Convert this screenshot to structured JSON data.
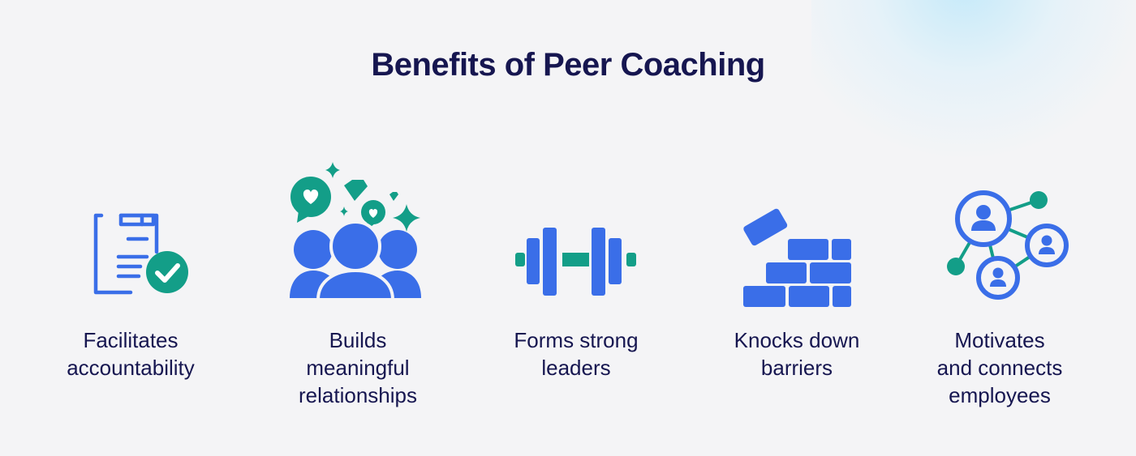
{
  "title": "Benefits of Peer Coaching",
  "colors": {
    "title": "#161650",
    "primary_blue": "#3a6ee8",
    "accent_green": "#139e88",
    "background": "#f4f4f6"
  },
  "benefits": [
    {
      "icon": "clipboard-check-icon",
      "lines": [
        "Facilitates",
        "accountability"
      ]
    },
    {
      "icon": "group-hearts-icon",
      "lines": [
        "Builds",
        "meaningful",
        "relationships"
      ]
    },
    {
      "icon": "dumbbell-icon",
      "lines": [
        "Forms strong",
        "leaders"
      ]
    },
    {
      "icon": "bricks-icon",
      "lines": [
        "Knocks down",
        "barriers"
      ]
    },
    {
      "icon": "people-network-icon",
      "lines": [
        "Motivates",
        "and connects",
        "employees"
      ]
    }
  ]
}
